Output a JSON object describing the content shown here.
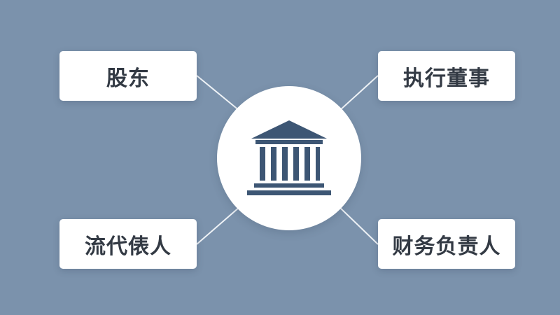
{
  "diagram": {
    "center": {
      "icon": "bank-building-icon",
      "icon_color": "#3d5674"
    },
    "nodes": [
      {
        "id": "top-left",
        "label": "股东"
      },
      {
        "id": "top-right",
        "label": "执行董事"
      },
      {
        "id": "bottom-left",
        "label": "流代俵人"
      },
      {
        "id": "bottom-right",
        "label": "财务负责人"
      }
    ]
  },
  "colors": {
    "background": "#7b92ac",
    "card": "#ffffff",
    "text": "#333a44",
    "connector": "#eef2f6"
  }
}
